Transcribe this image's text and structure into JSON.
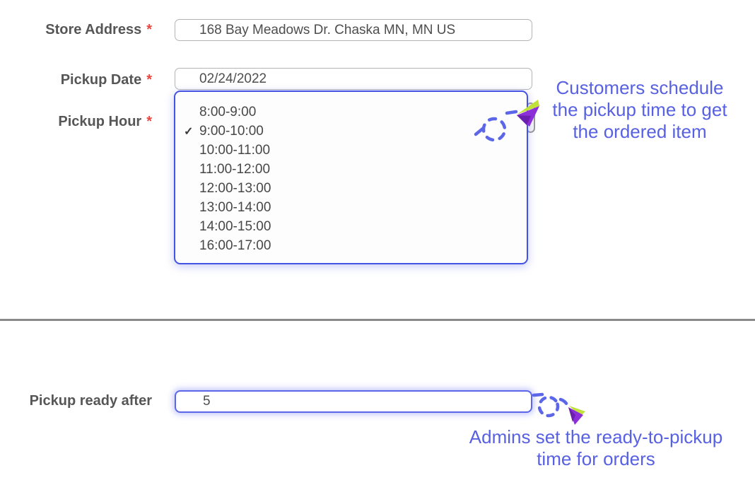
{
  "form": {
    "store_address": {
      "label": "Store Address",
      "required_mark": "*",
      "value": "168 Bay Meadows Dr. Chaska MN, MN US"
    },
    "pickup_date": {
      "label": "Pickup Date",
      "required_mark": "*",
      "value": "02/24/2022"
    },
    "pickup_hour": {
      "label": "Pickup Hour",
      "required_mark": "*",
      "selected": "9:00-10:00",
      "checkmark": "✓",
      "options": [
        "8:00-9:00",
        "9:00-10:00",
        "10:00-11:00",
        "11:00-12:00",
        "12:00-13:00",
        "13:00-14:00",
        "14:00-15:00",
        "16:00-17:00"
      ]
    },
    "pickup_ready_after": {
      "label": "Pickup ready after",
      "value": "5"
    }
  },
  "annotations": {
    "customer": {
      "lines": [
        "Customers schedule",
        "the pickup time to get",
        "the ordered item"
      ]
    },
    "admin": {
      "lines": [
        "Admins set the ready-to-pickup",
        "time for orders"
      ]
    }
  },
  "icons": {
    "click_cursor": "dashed-circle-with-paper-plane-pointer"
  },
  "colors": {
    "annotation_blue": "#5761e2",
    "dropdown_border_blue": "#4553e4",
    "focus_border_blue": "#5b67e8",
    "required_red": "#e8473f",
    "label_gray": "#565656",
    "input_border_gray": "#b4b4b4",
    "divider_gray": "#8a8a8a",
    "pointer_purple": "#8c2fd9",
    "pointer_lime": "#c2e03a"
  }
}
